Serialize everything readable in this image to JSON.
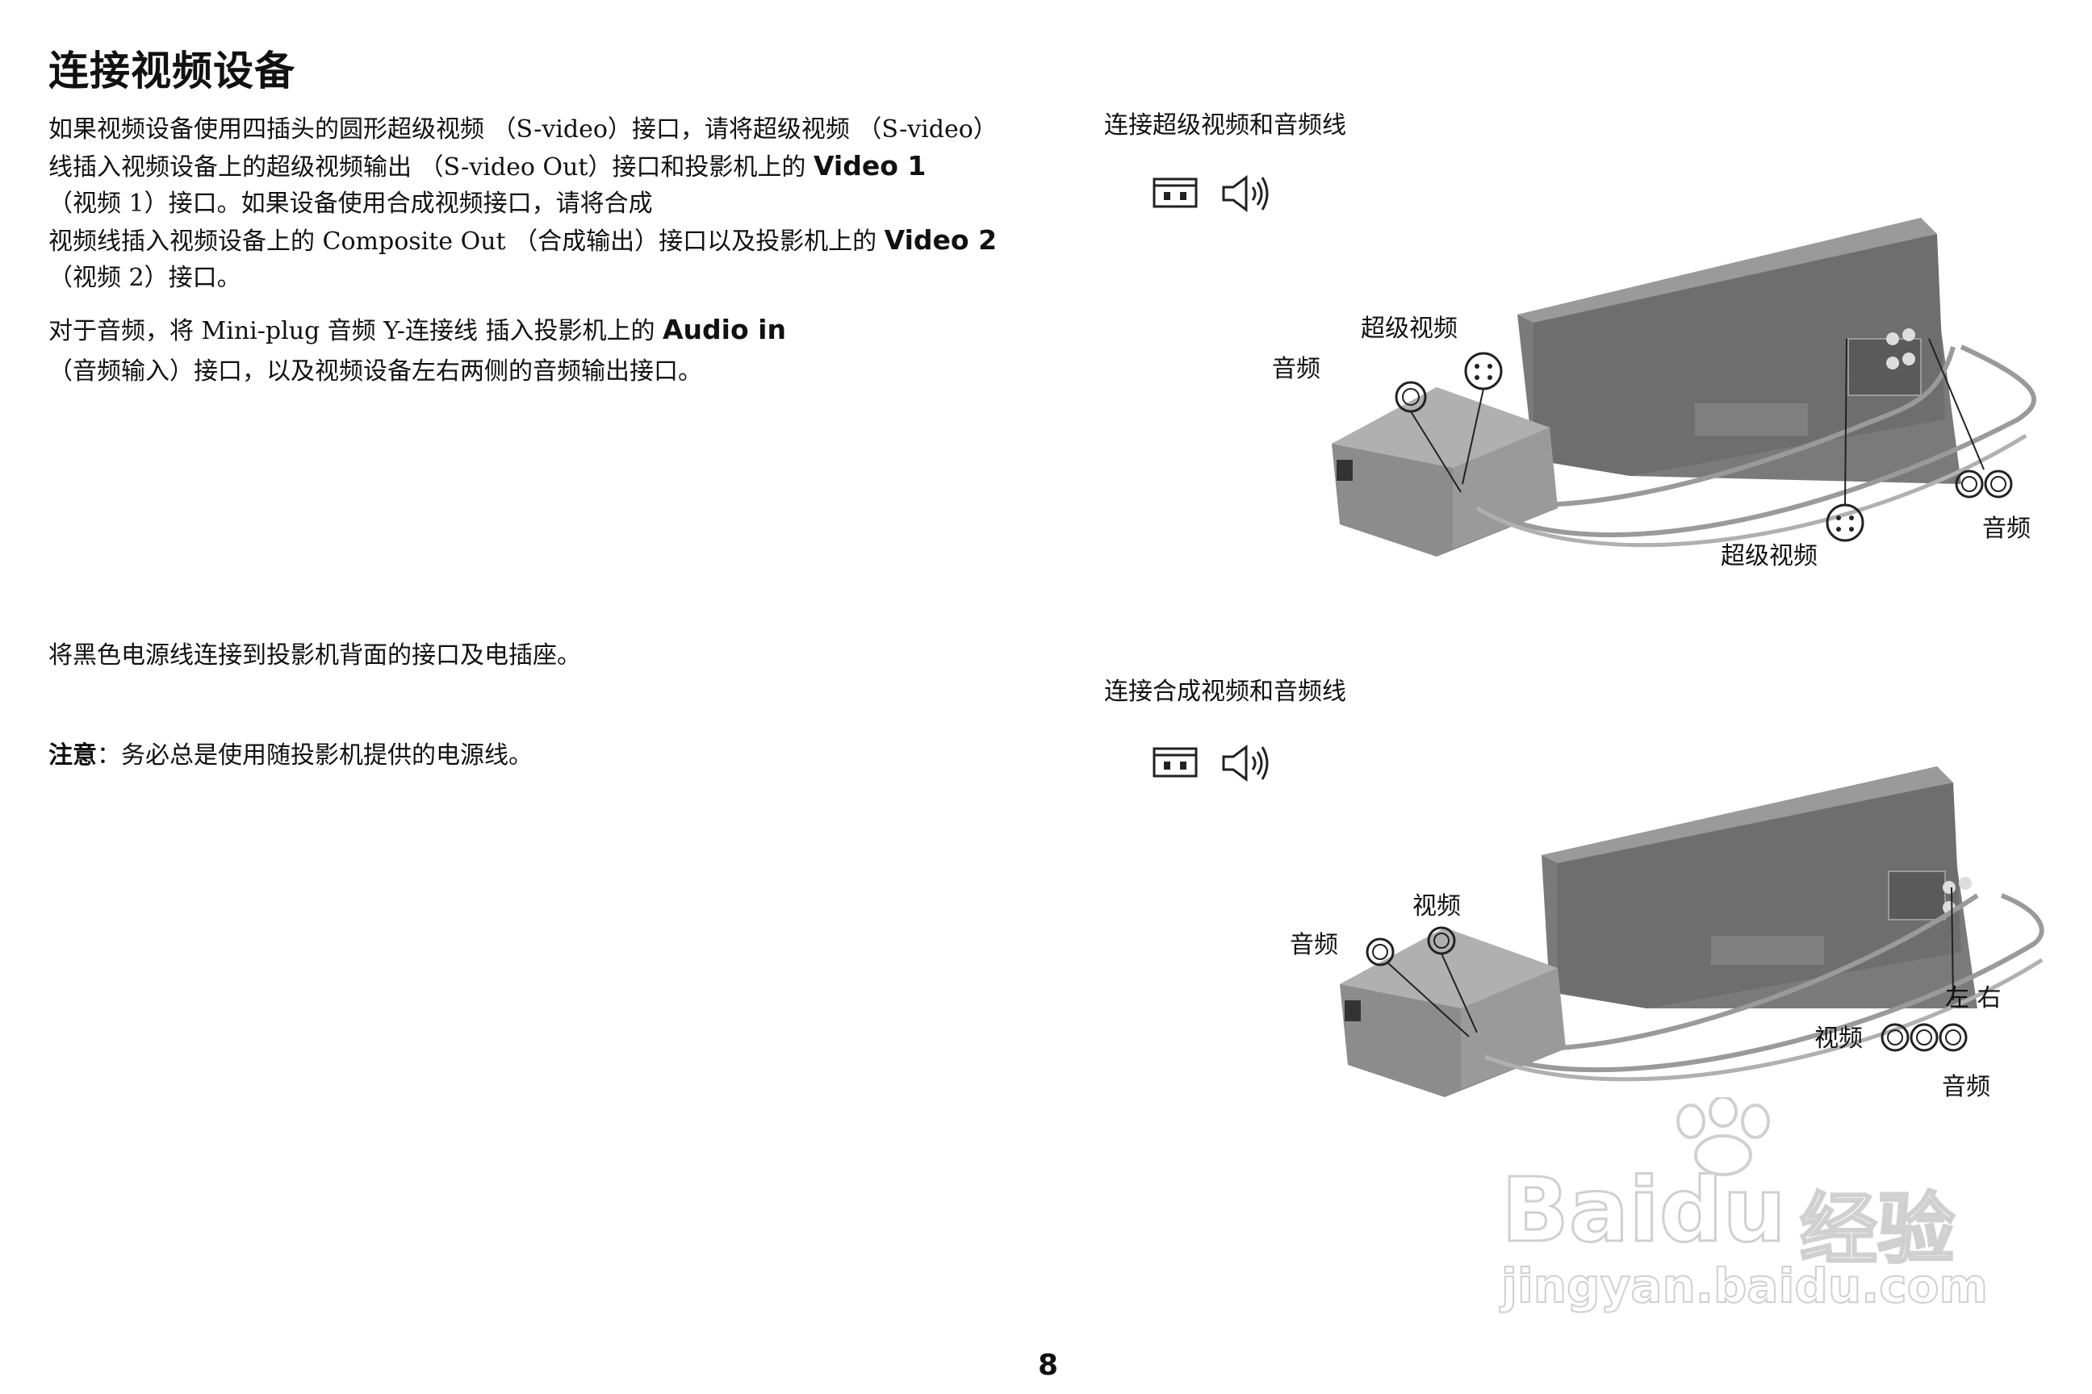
{
  "page": {
    "title": "连接视频设备",
    "page_number": "8"
  },
  "left": {
    "p1": {
      "line1": "如果视频设备使用四插头的圆形超级视频 （S-video）接口，请将超级视频 （S-video）",
      "line2_pre": "线插入视频设备上的超级视频输出 （S-video Out）接口和投影机上的 ",
      "line2_bold": "Video 1",
      "line3": "（视频 1）接口。如果设备使用合成视频接口，请将合成",
      "line4_pre": "视频线插入视频设备上的 Composite Out （合成输出）接口以及投影机上的 ",
      "line4_bold": "Video 2",
      "line5": "（视频 2）接口。"
    },
    "p2": {
      "line1_pre": "对于音频，将 Mini-plug 音频 Y-连接线 插入投影机上的 ",
      "line1_bold": "Audio in",
      "line2": "（音频输入）接口，以及视频设备左右两侧的音频输出接口。"
    },
    "p3": "将黑色电源线连接到投影机背面的接口及电插座。",
    "note": {
      "label": "注意",
      "text": "：务必总是使用随投影机提供的电源线。"
    }
  },
  "figure1": {
    "caption": "连接超级视频和音频线",
    "icons": [
      "video-connector-icon",
      "speaker-icon"
    ],
    "labels": {
      "svideo_top": "超级视频",
      "audio_left": "音频",
      "audio_right": "音频",
      "svideo_bottom": "超级视频"
    }
  },
  "figure2": {
    "caption": "连接合成视频和音频线",
    "icons": [
      "video-connector-icon",
      "speaker-icon"
    ],
    "labels": {
      "video_top": "视频",
      "audio_left": "音频",
      "left_right": "左 右",
      "video_right": "视频",
      "audio_right": "音频"
    }
  },
  "watermark": {
    "brand": "Bai",
    "brand2": "du",
    "brand_cn": "经验",
    "url": "jingyan.baidu.com"
  },
  "colors": {
    "device_dark": "#6e6e6e",
    "device_top": "#8a8a8a",
    "cable": "#9a9a9a"
  }
}
